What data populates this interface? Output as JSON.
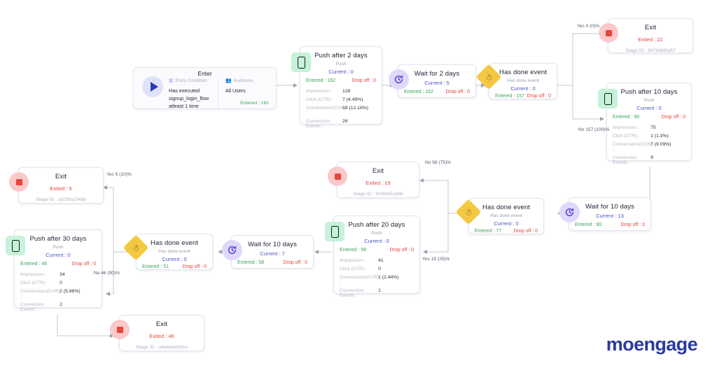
{
  "brand": {
    "logo_text": "moengage",
    "logo_color": "#2b3a9c"
  },
  "colors": {
    "entered": "#3aa45b",
    "dropoff": "#e8453c",
    "current": "#4a51c4",
    "push_badge": "#c5f2d8",
    "wait_badge": "#ded8fb",
    "condition_badge": "#f5c842",
    "exit_badge": "#fbc9c9"
  },
  "entry": {
    "header": "Enter",
    "icon": "play-icon",
    "condition_label": "Entry Condition",
    "condition_icon": "filter-icon",
    "condition_text": "Has executed signup_login_flow atleast 1 time",
    "audience_label": "Audience",
    "audience_icon": "people-icon",
    "audience_text": "All Users",
    "entered": "Entered : 162"
  },
  "nodes": {
    "push2": {
      "icon": "push-phone-icon",
      "title": "Push after 2 days",
      "subtitle": "Push",
      "current": "Current : 0",
      "entered": "Entered : 162",
      "dropoff": "Drop off : 0",
      "metrics": [
        {
          "label": "Impression :",
          "value": "128"
        },
        {
          "label": "Click (CTR) :",
          "value": "7 (4.49%)"
        },
        {
          "label": "Conversions(CVR) :",
          "value": "19 (12.18%)"
        },
        {
          "label": "Conversion Events :",
          "value": "26"
        }
      ]
    },
    "wait2": {
      "icon": "wait-clock-icon",
      "title": "Wait for 2 days",
      "current": "Current : 5",
      "entered": "Entered : 162",
      "dropoff": "Drop off : 0"
    },
    "cond_top": {
      "icon": "condition-icon",
      "title": "Has done event",
      "subtitle": "Has done event",
      "current": "Current : 0",
      "entered": "Entered : 157",
      "dropoff": "Drop off : 0"
    },
    "exit_top": {
      "icon": "exit-icon",
      "title": "Exit",
      "exited": "Exited : 22",
      "stage_id": "Stage ID : 947b6b6fa57"
    },
    "push10": {
      "icon": "push-phone-icon",
      "title": "Push after 10 days",
      "subtitle": "Push",
      "current": "Current : 0",
      "entered": "Entered : 90",
      "dropoff": "Drop off : 0",
      "metrics": [
        {
          "label": "Impression :",
          "value": "75"
        },
        {
          "label": "Click (CTR) :",
          "value": "1 (1.3%)"
        },
        {
          "label": "Conversions(CVR) :",
          "value": "7 (9.09%)"
        },
        {
          "label": "Conversion Events :",
          "value": "9"
        }
      ]
    },
    "wait10_right": {
      "icon": "wait-clock-icon",
      "title": "Wait for 10 days",
      "current": "Current : 13",
      "entered": "Entered : 90",
      "dropoff": "Drop off : 0"
    },
    "cond_mid": {
      "icon": "condition-icon",
      "title": "Has done event",
      "subtitle": "Has done event",
      "current": "Current : 0",
      "entered": "Entered : 77",
      "dropoff": "Drop off : 0"
    },
    "exit_mid": {
      "icon": "exit-icon",
      "title": "Exit",
      "exited": "Exited : 19",
      "stage_id": "Stage ID : 9cf90e5186b"
    },
    "push20": {
      "icon": "push-phone-icon",
      "title": "Push after 20 days",
      "subtitle": "Push",
      "current": "Current : 0",
      "entered": "Entered : 58",
      "dropoff": "Drop off : 0",
      "metrics": [
        {
          "label": "Impression :",
          "value": "41"
        },
        {
          "label": "Click (CTR) :",
          "value": "0"
        },
        {
          "label": "Conversions(CVR) :",
          "value": "1 (2.44%)"
        },
        {
          "label": "Conversion Events :",
          "value": "1"
        }
      ]
    },
    "wait10_bottom": {
      "icon": "wait-clock-icon",
      "title": "Wait for 10 days",
      "current": "Current : 7",
      "entered": "Entered : 58",
      "dropoff": "Drop off : 0"
    },
    "cond_bottom": {
      "icon": "condition-icon",
      "title": "Has done event",
      "subtitle": "Has done event",
      "current": "Current : 0",
      "entered": "Entered : 51",
      "dropoff": "Drop off : 0"
    },
    "exit_left": {
      "icon": "exit-icon",
      "title": "Exit",
      "exited": "Exited : 5",
      "stage_id": "Stage ID : a329fa2348b"
    },
    "push30": {
      "icon": "push-phone-icon",
      "title": "Push after 30 days",
      "subtitle": "Push",
      "current": "Current : 0",
      "entered": "Entered : 46",
      "dropoff": "Drop off : 0",
      "metrics": [
        {
          "label": "Impression :",
          "value": "34"
        },
        {
          "label": "Click (CTR) :",
          "value": "0"
        },
        {
          "label": "Conversions(CVR) :",
          "value": "2 (5.88%)"
        },
        {
          "label": "Conversion Events :",
          "value": "2"
        }
      ]
    },
    "exit_bottom": {
      "icon": "exit-icon",
      "title": "Exit",
      "exited": "Exited : 46",
      "stage_id": "Stage ID : a4eb9ed3d1e"
    }
  },
  "edge_labels": {
    "top_yes": "Yes\n0 (0)%",
    "top_no": "No\n157 (100)%",
    "mid_no": "No\n58 (75)%",
    "mid_yes": "Yes\n19 (25)%",
    "left_yes": "Yes\n5 (10)%",
    "left_no": "No\n46 (90)%"
  }
}
